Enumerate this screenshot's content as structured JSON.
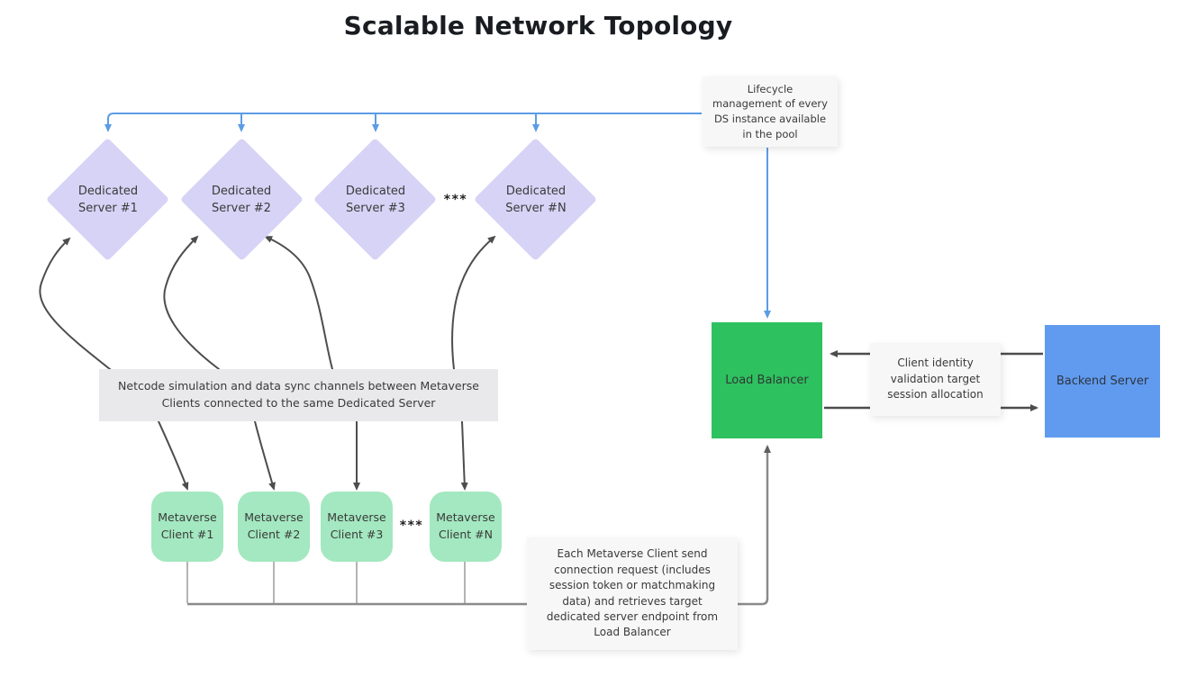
{
  "title": "Scalable Network Topology",
  "dedicated_servers": {
    "items": [
      {
        "label": "Dedicated Server #1"
      },
      {
        "label": "Dedicated Server #2"
      },
      {
        "label": "Dedicated Server #3"
      },
      {
        "label": "Dedicated Server #N"
      }
    ],
    "ellipsis": "***"
  },
  "metaverse_clients": {
    "items": [
      {
        "label": "Metaverse Client #1"
      },
      {
        "label": "Metaverse Client #2"
      },
      {
        "label": "Metaverse Client #3"
      },
      {
        "label": "Metaverse Client #N"
      }
    ],
    "ellipsis": "***"
  },
  "nodes": {
    "load_balancer": "Load Balancer",
    "backend_server": "Backend Server"
  },
  "annotations": {
    "lifecycle": "Lifecycle management of every DS instance available in the pool",
    "netcode": "Netcode simulation and data sync channels between Metaverse Clients connected to the same Dedicated Server",
    "client_identity": "Client identity validation target session allocation",
    "connection_request": "Each Metaverse Client send connection request (includes session token or matchmaking data) and retrieves target dedicated server endpoint from Load Balancer"
  },
  "colors": {
    "dedicated_server_fill": "#d7d3f6",
    "metaverse_client_fill": "#a3e8c0",
    "load_balancer_fill": "#2ec160",
    "backend_server_fill": "#609bef",
    "blue_connector": "#5c9ce6",
    "dark_connector": "#4d4d4d",
    "gray_connector_light": "#b4b4b4",
    "gray_connector_dark": "#8a8a8a",
    "annotation_bg": "#f7f7f8",
    "netcode_bg": "#e9e8ea",
    "title_color": "#191c21"
  }
}
